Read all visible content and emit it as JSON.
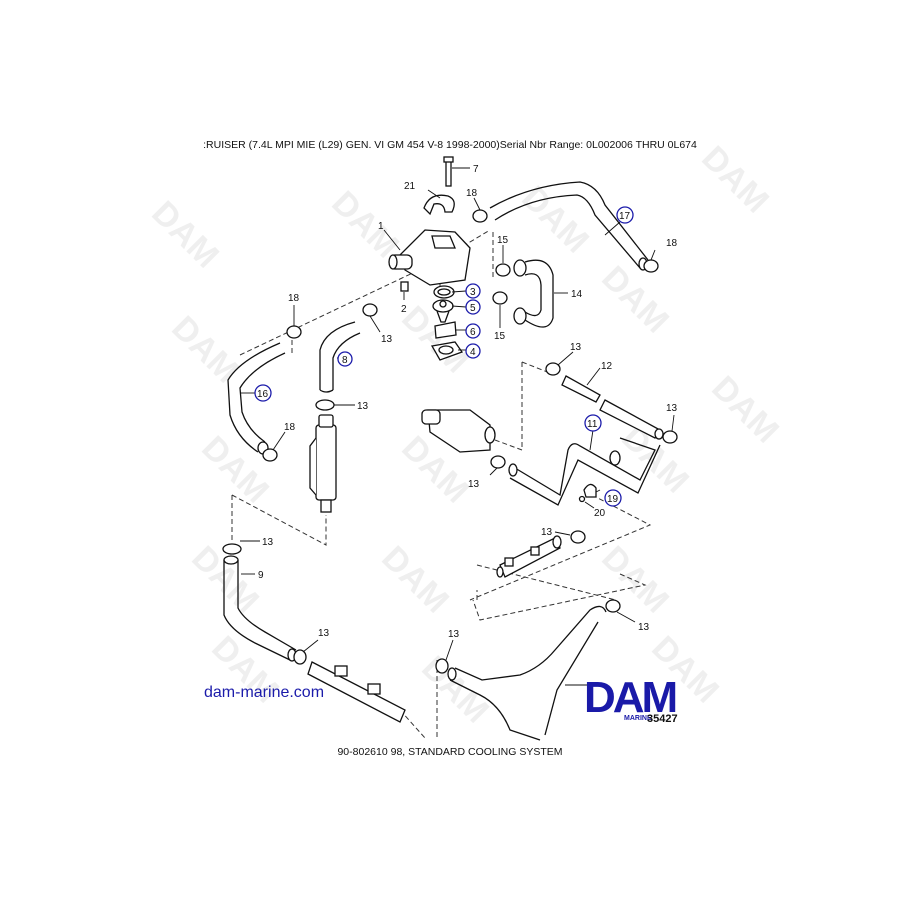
{
  "header": {
    "title": ":RUISER (7.4L MPI MIE (L29) GEN. VI   GM 454 V-8 1998-2000)Serial Nbr Range: 0L002006 THRU 0L674"
  },
  "footer": {
    "caption": "90-802610 98, STANDARD COOLING SYSTEM"
  },
  "branding": {
    "website": "dam-marine.com",
    "logo_text": "DAM",
    "logo_sub": "MARINE",
    "diagram_number": "35427",
    "watermark_text": "DAM",
    "brand_color": "#1a1aa8"
  },
  "callouts": [
    {
      "id": "1",
      "label": "1",
      "circled": false
    },
    {
      "id": "2",
      "label": "2",
      "circled": false
    },
    {
      "id": "3",
      "label": "3",
      "circled": true
    },
    {
      "id": "4",
      "label": "4",
      "circled": true
    },
    {
      "id": "5",
      "label": "5",
      "circled": true
    },
    {
      "id": "6",
      "label": "6",
      "circled": true
    },
    {
      "id": "7",
      "label": "7",
      "circled": false
    },
    {
      "id": "8",
      "label": "8",
      "circled": true
    },
    {
      "id": "9",
      "label": "9",
      "circled": false
    },
    {
      "id": "11",
      "label": "11",
      "circled": true
    },
    {
      "id": "12",
      "label": "12",
      "circled": false
    },
    {
      "id": "13",
      "label": "13",
      "circled": false
    },
    {
      "id": "14",
      "label": "14",
      "circled": false
    },
    {
      "id": "15",
      "label": "15",
      "circled": false
    },
    {
      "id": "16",
      "label": "16",
      "circled": true
    },
    {
      "id": "17",
      "label": "17",
      "circled": true
    },
    {
      "id": "18",
      "label": "18",
      "circled": false
    },
    {
      "id": "19",
      "label": "19",
      "circled": true
    },
    {
      "id": "20",
      "label": "20",
      "circled": false
    },
    {
      "id": "21",
      "label": "21",
      "circled": false
    }
  ],
  "labels": {
    "l1": "1",
    "l2": "2",
    "l3": "3",
    "l4": "4",
    "l5": "5",
    "l6": "6",
    "l7": "7",
    "l8": "8",
    "l9": "9",
    "l11": "11",
    "l12": "12",
    "l13": "13",
    "l14": "14",
    "l15": "15",
    "l16": "16",
    "l17": "17",
    "l18": "18",
    "l19": "19",
    "l20": "20",
    "l21": "21"
  }
}
